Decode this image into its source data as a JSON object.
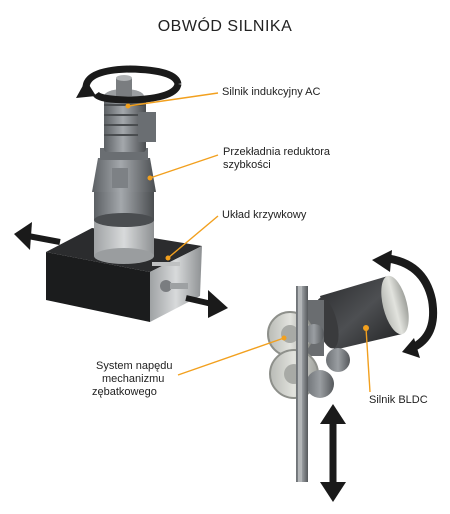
{
  "title": "OBWÓD SILNIKA",
  "labels": {
    "ac_motor": "Silnik indukcyjny AC",
    "gearbox_line1": "Przekładnia reduktora",
    "gearbox_line2": "szybkości",
    "crank": "Układ krzywkowy",
    "rack_line1": "System napędu",
    "rack_line2": "mechanizmu",
    "rack_line3": "zębatkowego",
    "bldc": "Silnik BLDC"
  },
  "colors": {
    "accent": "#f2a01e",
    "arrow": "#1a1a1a",
    "metal_dark": "#55585c",
    "metal_mid": "#8c9094",
    "metal_light": "#c9ccce"
  }
}
